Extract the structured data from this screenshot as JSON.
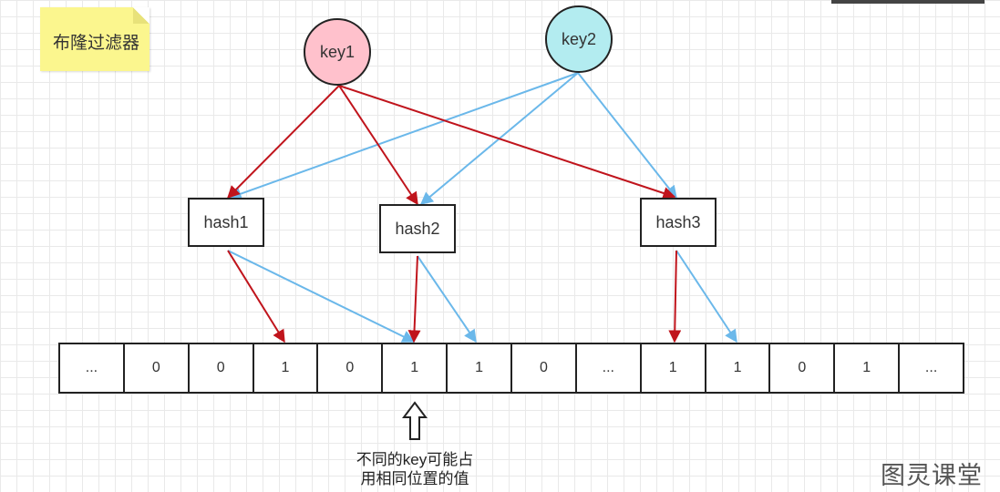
{
  "note": {
    "text": "布隆过滤器",
    "color": "#fbf68e"
  },
  "keys": [
    {
      "label": "key1",
      "color": "#ffc1cc"
    },
    {
      "label": "key2",
      "color": "#b3ecf0"
    }
  ],
  "hashes": [
    "hash1",
    "hash2",
    "hash3"
  ],
  "bit_array": [
    "...",
    "0",
    "0",
    "1",
    "0",
    "1",
    "1",
    "0",
    "...",
    "1",
    "1",
    "0",
    "1",
    "..."
  ],
  "arrow_colors": {
    "key1": "#c0141c",
    "key2": "#6bb8ea"
  },
  "caption": {
    "line1": "不同的key可能占",
    "line2": "用相同位置的值"
  },
  "watermark": "图灵课堂"
}
